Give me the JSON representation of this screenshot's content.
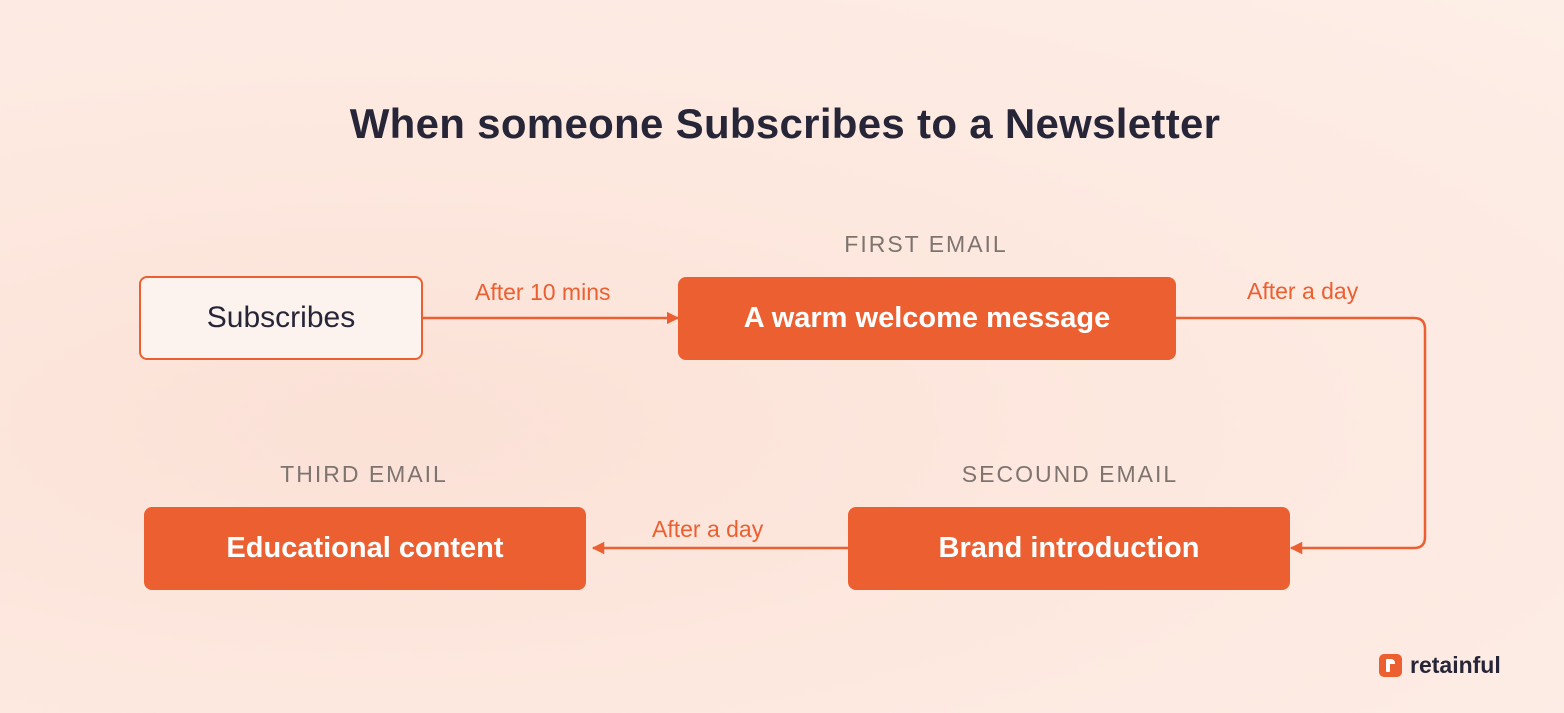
{
  "title": "When someone Subscribes to a Newsletter",
  "nodes": {
    "subscribes": "Subscribes",
    "first": {
      "tag": "FIRST EMAIL",
      "text": "A warm welcome message"
    },
    "second": {
      "tag": "SECOUND EMAIL",
      "text": "Brand introduction"
    },
    "third": {
      "tag": "THIRD EMAIL",
      "text": "Educational content"
    }
  },
  "edges": {
    "subscribe_to_first": "After 10 mins",
    "first_to_second": "After a day",
    "second_to_third": "After a day"
  },
  "brand": {
    "name": "retainful",
    "icon": "retainful-logo-icon"
  },
  "colors": {
    "accent": "#ec5f30",
    "text_dark": "#272638",
    "tag_gray": "#7d7470"
  }
}
